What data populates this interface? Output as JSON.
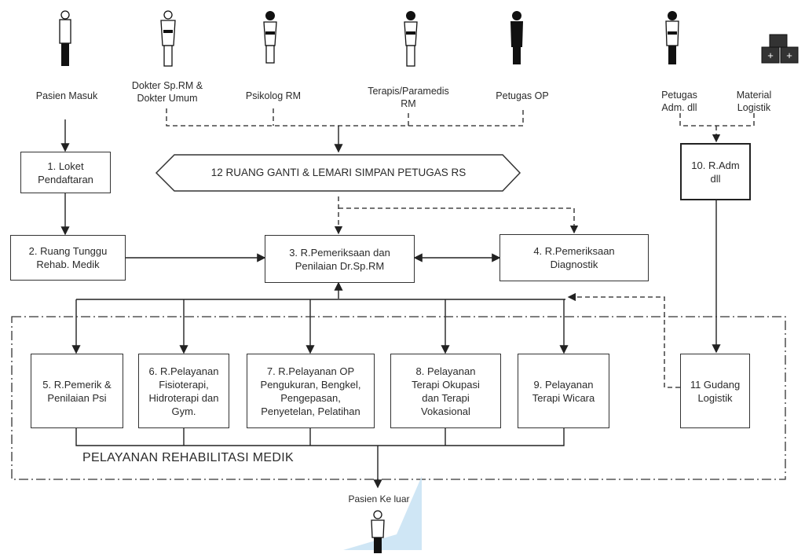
{
  "actors": {
    "pasien_masuk": "Pasien Masuk",
    "dokter": "Dokter Sp.RM &\nDokter Umum",
    "psikolog": "Psikolog RM",
    "terapis": "Terapis/Paramedis\nRM",
    "petugas_op": "Petugas OP",
    "petugas_adm": "Petugas\nAdm. dll",
    "material": "Material\nLogistik",
    "pasien_keluar": "Pasien Ke luar"
  },
  "rooms": {
    "r1": "1. Loket\nPendaftaran",
    "r2": "2. Ruang Tunggu\nRehab. Medik",
    "r3": "3. R.Pemeriksaan dan\nPenilaian Dr.Sp.RM",
    "r4": "4. R.Pemeriksaan\nDiagnostik",
    "r5": "5. R.Pemerik &\nPenilaian Psi",
    "r6": "6. R.Pelayanan\nFisioterapi,\nHidroterapi dan\nGym.",
    "r7": "7. R.Pelayanan OP\nPengukuran, Bengkel,\nPengepasan,\nPenyetelan, Pelatihan",
    "r8": "8. Pelayanan\nTerapi Okupasi\ndan Terapi\nVokasional",
    "r9": "9. Pelayanan\nTerapi Wicara",
    "r10": "10. R.Adm\ndll",
    "r11": "11 Gudang\nLogistik",
    "r12": "12  RUANG GANTI & LEMARI SIMPAN PETUGAS RS"
  },
  "group_label": "PELAYANAN REHABILITASI MEDIK"
}
